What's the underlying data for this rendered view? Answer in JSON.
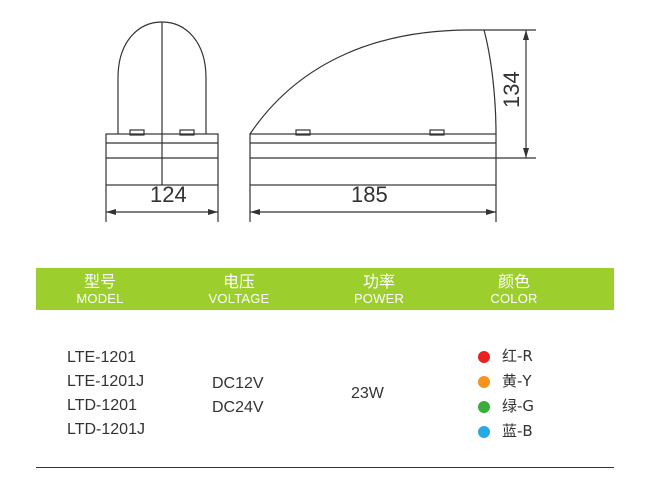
{
  "drawing": {
    "width_label": "124",
    "length_label": "185",
    "height_label": "134"
  },
  "table": {
    "headers": [
      {
        "cn": "型号",
        "en": "MODEL"
      },
      {
        "cn": "电压",
        "en": "VOLTAGE"
      },
      {
        "cn": "功率",
        "en": "POWER"
      },
      {
        "cn": "颜色",
        "en": "COLOR"
      }
    ],
    "models": [
      "LTE-1201",
      "LTE-1201J",
      "LTD-1201",
      "LTD-1201J"
    ],
    "voltages": [
      "DC12V",
      "DC24V"
    ],
    "power": "23W",
    "colors": [
      {
        "label": "红-R",
        "color": "#e8201f"
      },
      {
        "label": "黄-Y",
        "color": "#f5931e"
      },
      {
        "label": "绿-G",
        "color": "#3aad3a"
      },
      {
        "label": "蓝-B",
        "color": "#27a9e6"
      }
    ],
    "header_color": "#9ccf2e"
  }
}
